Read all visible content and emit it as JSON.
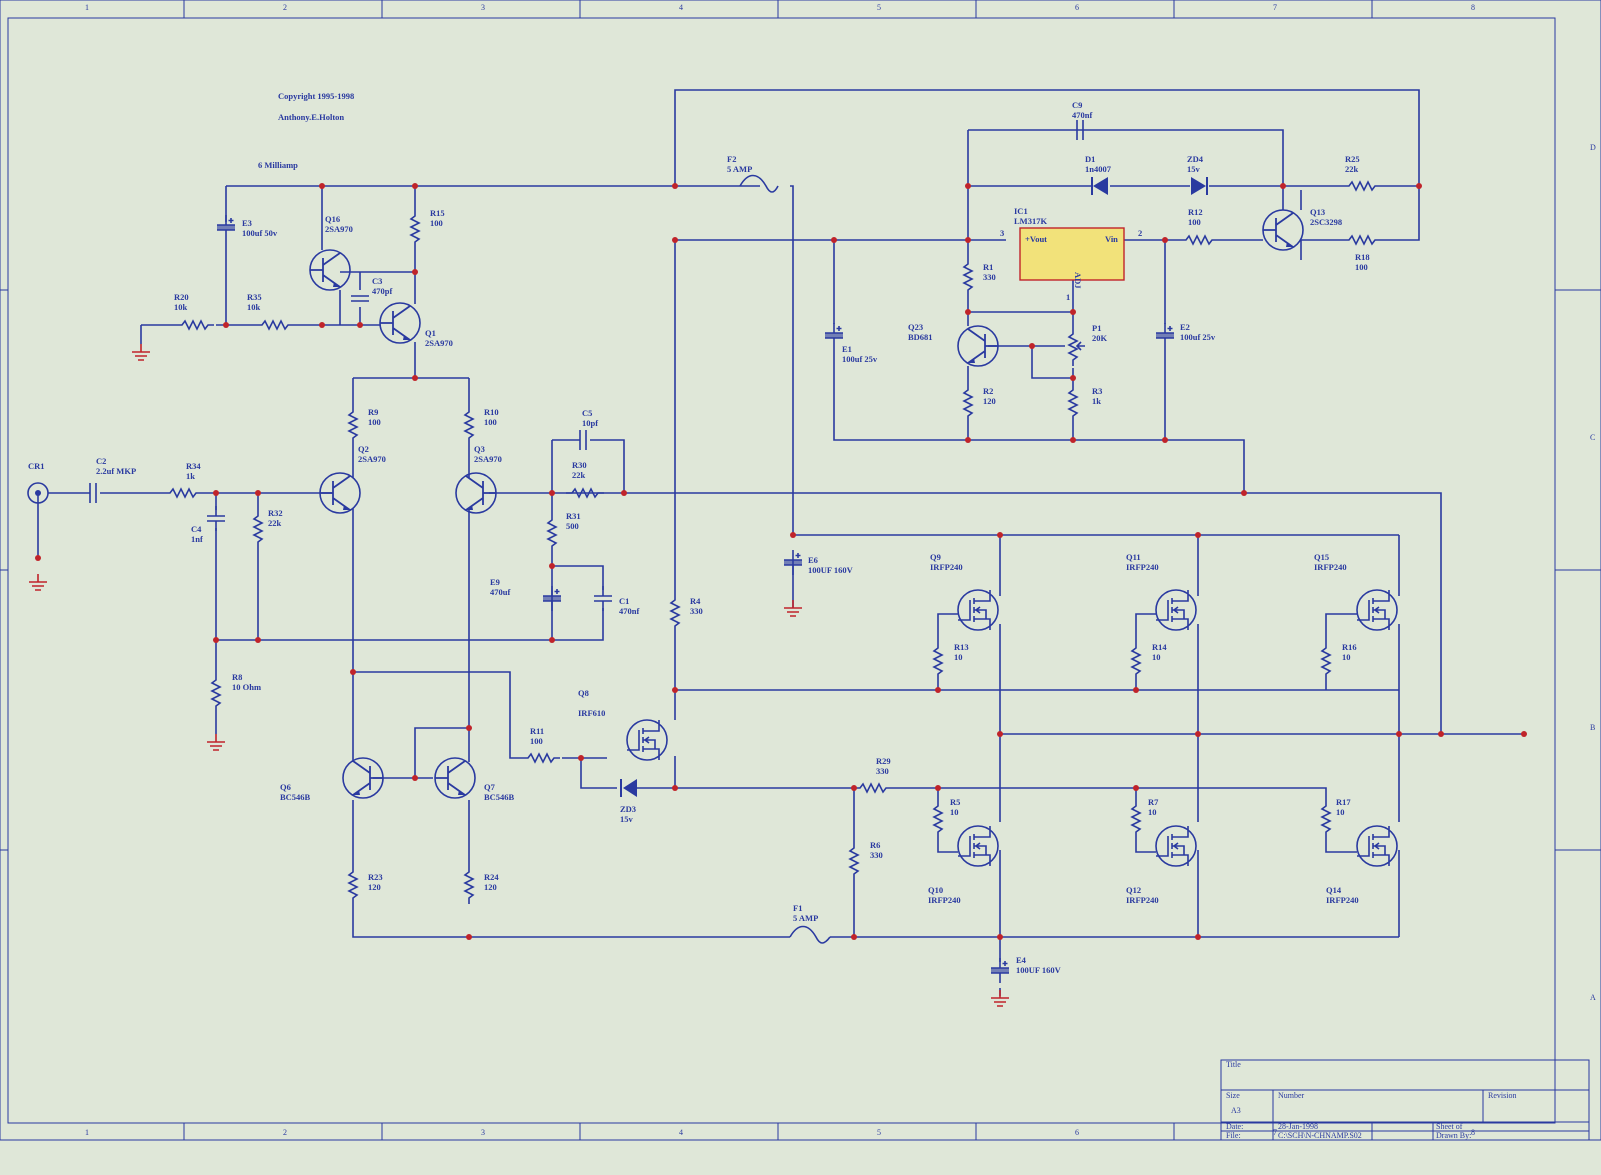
{
  "sheet": {
    "col_marks": [
      "1",
      "2",
      "3",
      "4",
      "5",
      "6",
      "7",
      "8"
    ],
    "row_marks": [
      "D",
      "C",
      "B",
      "A"
    ]
  },
  "notes": {
    "copyright": "Copyright 1995-1998",
    "author": "Anthony.E.Holton",
    "milliamp": "6 Milliamp"
  },
  "components": {
    "cr1": "CR1",
    "c2": [
      "C2",
      "2.2uf MKP"
    ],
    "r34": [
      "R34",
      "1k"
    ],
    "c4": [
      "C4",
      "1nf"
    ],
    "r32": [
      "R32",
      "22k"
    ],
    "r8": [
      "R8",
      "10 Ohm"
    ],
    "e3": [
      "E3",
      "100uf 50v"
    ],
    "r20": [
      "R20",
      "10k"
    ],
    "r35": [
      "R35",
      "10k"
    ],
    "q16": [
      "Q16",
      "2SA970"
    ],
    "c3": [
      "C3",
      "470pf"
    ],
    "r15": [
      "R15",
      "100"
    ],
    "q1": [
      "Q1",
      "2SA970"
    ],
    "r9": [
      "R9",
      "100"
    ],
    "r10": [
      "R10",
      "100"
    ],
    "q2": [
      "Q2",
      "2SA970"
    ],
    "q3": [
      "Q3",
      "2SA970"
    ],
    "c5": [
      "C5",
      "10pf"
    ],
    "r30": [
      "R30",
      "22k"
    ],
    "r31": [
      "R31",
      "500"
    ],
    "e9": [
      "E9",
      "470uf"
    ],
    "c1": [
      "C1",
      "470nf"
    ],
    "q6": [
      "Q6",
      "BC546B"
    ],
    "q7": [
      "Q7",
      "BC546B"
    ],
    "r23": [
      "R23",
      "120"
    ],
    "r24": [
      "R24",
      "120"
    ],
    "r11": [
      "R11",
      "100"
    ],
    "q8": [
      "Q8",
      "IRF610"
    ],
    "zd3": [
      "ZD3",
      "15v"
    ],
    "r4": [
      "R4",
      "330"
    ],
    "f2": [
      "F2",
      "5 AMP"
    ],
    "f1": [
      "F1",
      "5 AMP"
    ],
    "e6": [
      "E6",
      "100UF 160V"
    ],
    "e4": [
      "E4",
      "100UF 160V"
    ],
    "r29": [
      "R29",
      "330"
    ],
    "r6": [
      "R6",
      "330"
    ],
    "e1": [
      "E1",
      "100uf 25v"
    ],
    "c9": [
      "C9",
      "470nf"
    ],
    "d1": [
      "D1",
      "1n4007"
    ],
    "zd4": [
      "ZD4",
      "15v"
    ],
    "r25": [
      "R25",
      "22k"
    ],
    "r12": [
      "R12",
      "100"
    ],
    "q13": [
      "Q13",
      "2SC3298"
    ],
    "r18": [
      "R18",
      "100"
    ],
    "ic1": [
      "IC1",
      "LM317K"
    ],
    "ic_pins": [
      "+Vout",
      "Vin",
      "ADJ",
      "3",
      "2",
      "1"
    ],
    "r1": [
      "R1",
      "330"
    ],
    "q23": [
      "Q23",
      "BD681"
    ],
    "p1": [
      "P1",
      "20K"
    ],
    "r2": [
      "R2",
      "120"
    ],
    "r3": [
      "R3",
      "1k"
    ],
    "e2": [
      "E2",
      "100uf 25v"
    ],
    "q9": [
      "Q9",
      "IRFP240"
    ],
    "q11": [
      "Q11",
      "IRFP240"
    ],
    "q15": [
      "Q15",
      "IRFP240"
    ],
    "r13": [
      "R13",
      "10"
    ],
    "r14": [
      "R14",
      "10"
    ],
    "r16": [
      "R16",
      "10"
    ],
    "q10": [
      "Q10",
      "IRFP240"
    ],
    "q12": [
      "Q12",
      "IRFP240"
    ],
    "q14": [
      "Q14",
      "IRFP240"
    ],
    "r5": [
      "R5",
      "10"
    ],
    "r7": [
      "R7",
      "10"
    ],
    "r17": [
      "R17",
      "10"
    ]
  },
  "title_block": {
    "title_label": "Title",
    "size_label": "Size",
    "size_value": "A3",
    "number_label": "Number",
    "revision_label": "Revision",
    "date_label": "Date:",
    "date_value": "28-Jan-1998",
    "file_label": "File:",
    "file_value": "C:\\SCH\\N-CHNAMP.S02",
    "sheet_label": "Sheet   of",
    "drawn_label": "Drawn By:"
  },
  "colors": {
    "ink": "#2a3aa0",
    "junction": "#c0242a",
    "paper": "#dfe7d8",
    "ic_fill": "#f2e27a"
  }
}
